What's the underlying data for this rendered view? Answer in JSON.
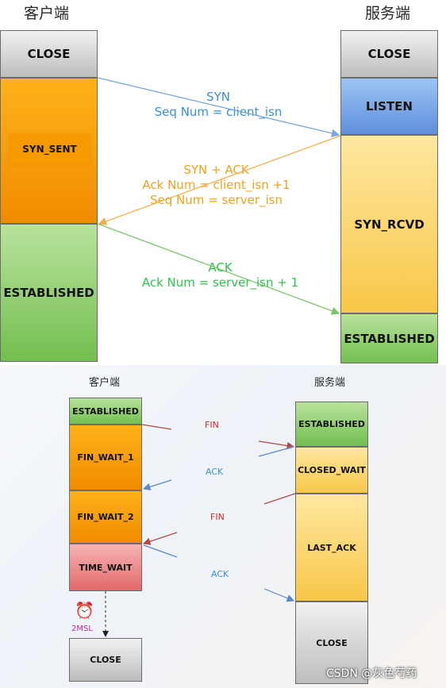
{
  "top": {
    "client_title": "客户端",
    "server_title": "服务端",
    "client_states": [
      "CLOSE",
      "SYN_SENT",
      "ESTABLISHED"
    ],
    "server_states": [
      "CLOSE",
      "LISTEN",
      "SYN_RCVD",
      "ESTABLISHED"
    ],
    "messages": {
      "syn": [
        "SYN",
        "Seq Num = client_isn"
      ],
      "synack": [
        "SYN + ACK",
        "Ack Num =  client_isn +1",
        "Seq Num = server_isn"
      ],
      "ack": [
        "ACK",
        "Ack Num = server_isn + 1"
      ]
    }
  },
  "bottom": {
    "client_title": "客户端",
    "server_title": "服务端",
    "client_states": [
      "ESTABLISHED",
      "FIN_WAIT_1",
      "FIN_WAIT_2",
      "TIME_WAIT",
      "CLOSE"
    ],
    "server_states": [
      "ESTABLISHED",
      "CLOSED_WAIT",
      "LAST_ACK",
      "CLOSE"
    ],
    "messages": [
      "FIN",
      "ACK",
      "FIN",
      "ACK"
    ],
    "timer_label": "2MSL"
  },
  "watermark": "CSDN @灰色芍药",
  "colors": {
    "syn_text": "#3a8fe0",
    "synack_text": "#f3a21a",
    "ack_text": "#2fc34b",
    "fin_text": "#d42a2a",
    "ack_small_text": "#3a8fe0",
    "timer_text": "#d0259a"
  }
}
